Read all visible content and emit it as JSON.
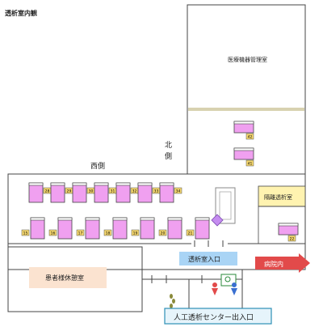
{
  "title": "透析室内観",
  "labels": {
    "equipment_room": "医療機器管理室",
    "north": "北",
    "north_side": "側",
    "west": "西側",
    "isolation_room": "隔離透析室",
    "waiting_room": "患者様休憩室",
    "dialysis_entrance": "透析室入口",
    "hospital_interior": "病院内",
    "center_entrance": "人工透析センター出入口"
  },
  "beds": {
    "top_row": [
      "28",
      "29",
      "30",
      "31",
      "32",
      "33",
      "34"
    ],
    "bottom_row": [
      "15",
      "16",
      "17",
      "18",
      "19",
      "20",
      "21"
    ],
    "right_column": [
      "42",
      "41"
    ],
    "isolation": [
      "22"
    ]
  },
  "colors": {
    "bed_pink": "#f0a0f0",
    "tag_yellow": "#f5d76e",
    "isolation_bg": "#fff3b0",
    "waiting_bg": "#fbe3d0",
    "entrance_blue": "#a9d4f5",
    "arrow_red": "#e24a4a",
    "corridor_tan": "#d8d2b0",
    "exit_border": "#2d8fb6"
  },
  "icons": [
    "restroom-female-icon",
    "restroom-male-icon",
    "wheelchair-icon",
    "footprints-icon",
    "exit-arrow-icon"
  ]
}
